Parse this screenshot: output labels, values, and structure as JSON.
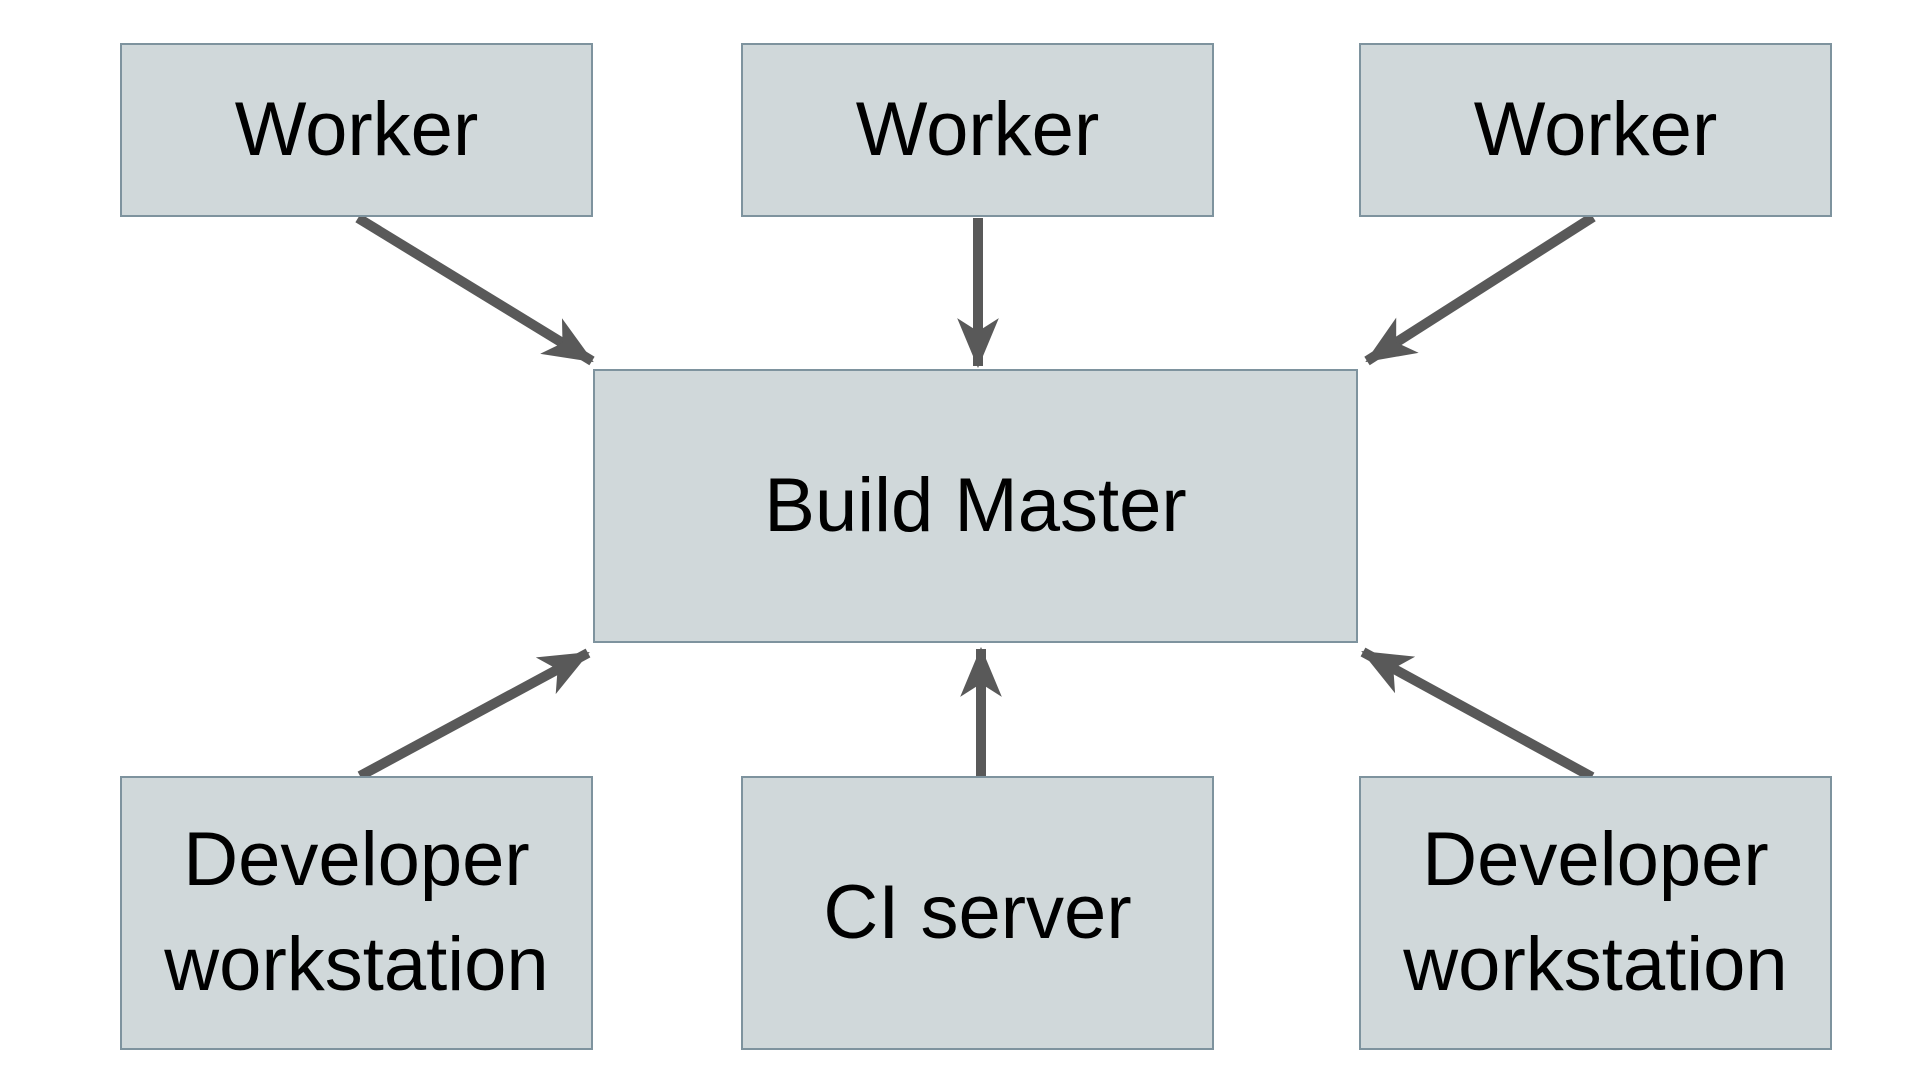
{
  "diagram": {
    "colors": {
      "background": "#ffffff",
      "node_fill": "#d0d8da",
      "node_border": "#7e939e",
      "arrow_color": "#595959",
      "text_color": "#000000"
    },
    "nodes": {
      "worker_1": {
        "label": "Worker"
      },
      "worker_2": {
        "label": "Worker"
      },
      "worker_3": {
        "label": "Worker"
      },
      "build_master": {
        "label": "Build Master"
      },
      "dev_workstation_left": {
        "label": "Developer workstation"
      },
      "ci_server": {
        "label": "CI server"
      },
      "dev_workstation_right": {
        "label": "Developer workstation"
      }
    },
    "edges": [
      {
        "from": "worker_1",
        "to": "build_master"
      },
      {
        "from": "worker_2",
        "to": "build_master"
      },
      {
        "from": "worker_3",
        "to": "build_master"
      },
      {
        "from": "dev_workstation_left",
        "to": "build_master"
      },
      {
        "from": "ci_server",
        "to": "build_master"
      },
      {
        "from": "dev_workstation_right",
        "to": "build_master"
      }
    ]
  }
}
